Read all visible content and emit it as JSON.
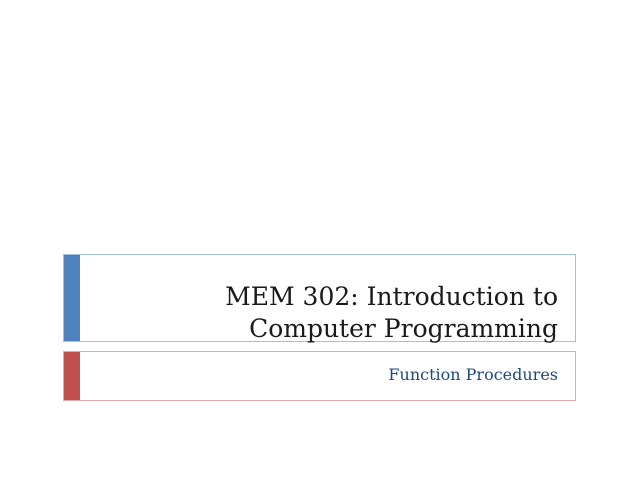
{
  "slide": {
    "title_lines": [
      "MEM 302:  Introduction to",
      "Computer Programming"
    ],
    "subtitle": "Function Procedures"
  },
  "colors": {
    "title_accent": "#4f81bd",
    "subtitle_accent": "#c0504d",
    "subtitle_text": "#1f497d"
  }
}
